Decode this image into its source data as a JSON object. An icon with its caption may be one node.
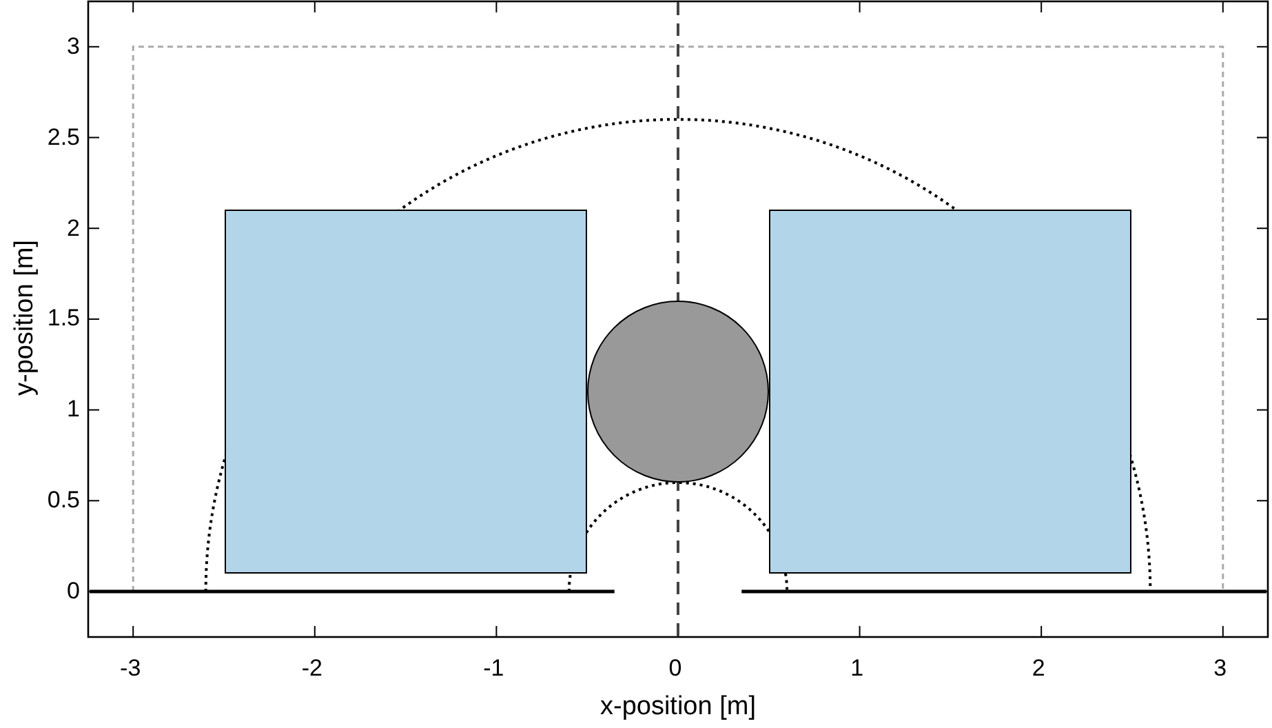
{
  "diagram": {
    "nodes": [
      {
        "text": [],
        "shape": "box"
      },
      {
        "text": [],
        "shape": "circle"
      },
      {
        "text": [],
        "shape": "box"
      }
    ],
    "labels": [
      "3",
      "2.5",
      "2",
      "1.5",
      "1",
      "0.5",
      "0",
      "-3",
      "-2",
      "-1",
      "0",
      "1",
      "2",
      "3",
      "x-position [m]",
      "y-position [m]"
    ]
  }
}
